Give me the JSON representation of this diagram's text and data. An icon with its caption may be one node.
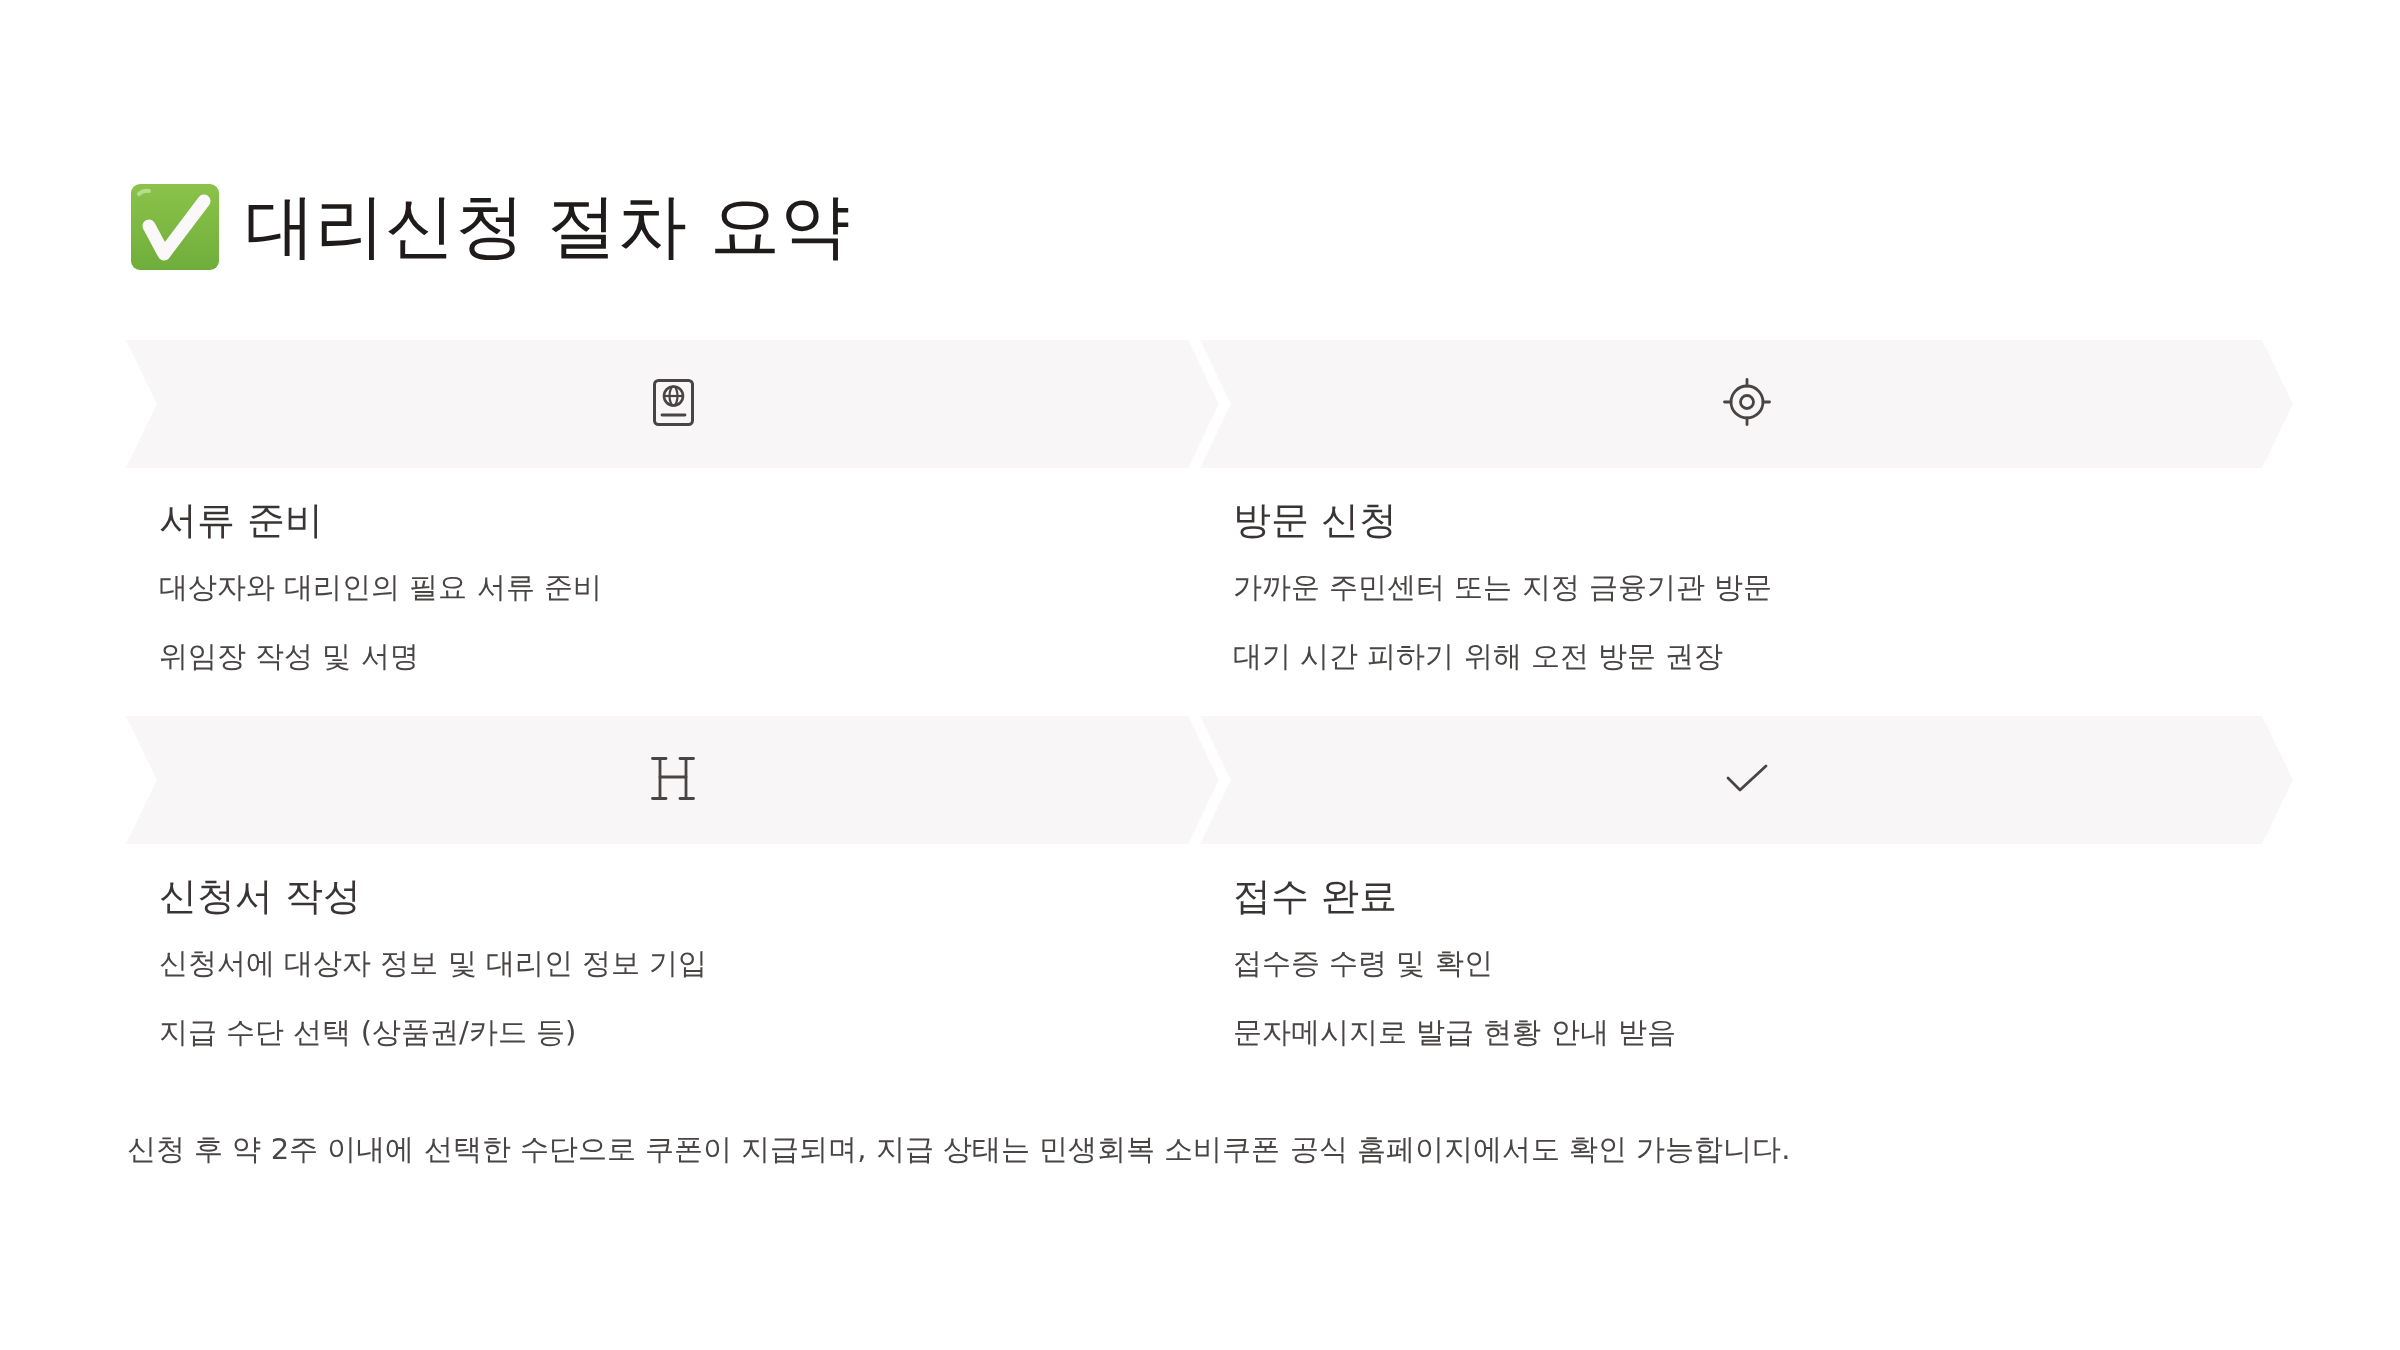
{
  "diagram": {
    "title": "대리신청 절차 요약",
    "nodes": [
      {
        "text": [
          "서류 준비",
          "대상자와 대리인의 필요 서류 준비",
          "위임장 작성 및 서명"
        ]
      },
      {
        "text": [
          "방문 신청",
          "가까운 주민센터 또는 지정 금융기관 방문",
          "대기 시간 피하기 위해 오전 방문 권장"
        ]
      },
      {
        "text": [
          "신청서 작성",
          "신청서에 대상자 정보 및 대리인 정보 기입",
          "지급 수단 선택 (상품권/카드 등)"
        ]
      },
      {
        "text": [
          "접수 완료",
          "접수증 수령 및 확인",
          "문자메시지로 발급 현황 안내 받음"
        ]
      }
    ],
    "caption": "신청 후 약 2주 이내에 선택한 수단으로 쿠폰이 지급되며, 지급 상태는 민생회복 소비쿠폰 공식 홈페이지에서도 확인 가능합니다."
  }
}
